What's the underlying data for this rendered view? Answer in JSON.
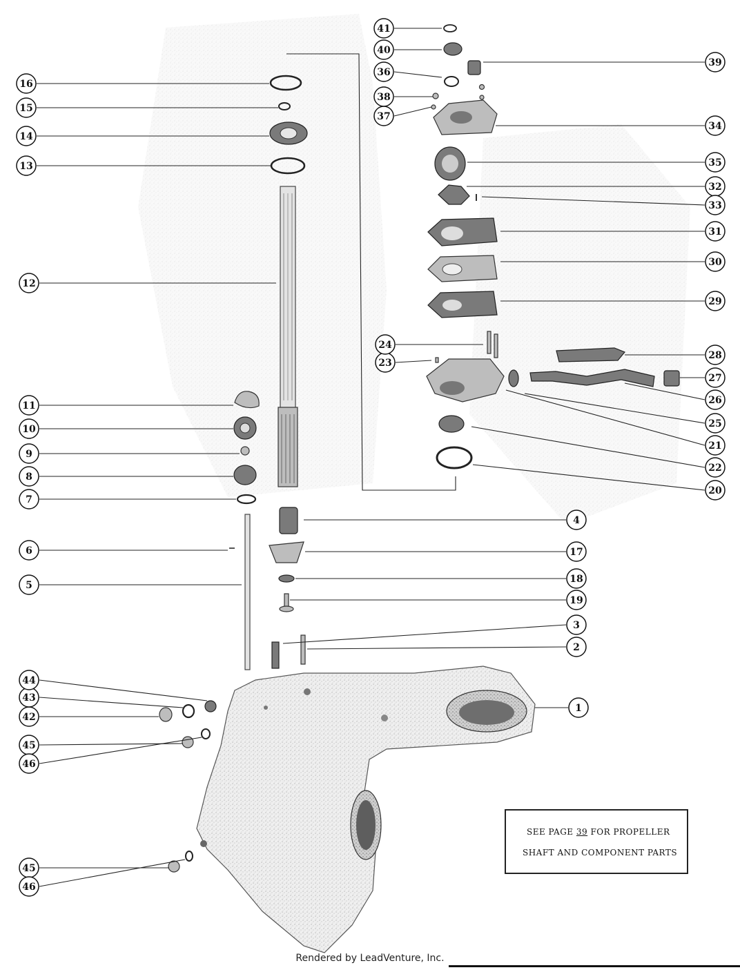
{
  "callouts": [
    "1",
    "2",
    "3",
    "4",
    "5",
    "6",
    "7",
    "8",
    "9",
    "10",
    "11",
    "12",
    "13",
    "14",
    "15",
    "16",
    "17",
    "18",
    "19",
    "20",
    "21",
    "22",
    "23",
    "24",
    "25",
    "26",
    "27",
    "28",
    "29",
    "30",
    "31",
    "32",
    "33",
    "34",
    "35",
    "36",
    "37",
    "38",
    "39",
    "40",
    "41",
    "42",
    "43",
    "44",
    "45",
    "46"
  ],
  "note": {
    "prefix": "SEE PAGE ",
    "page": "39",
    "suffix": " FOR PROPELLER",
    "line2": "SHAFT AND COMPONENT PARTS"
  },
  "footer": "Rendered by LeadVenture, Inc."
}
